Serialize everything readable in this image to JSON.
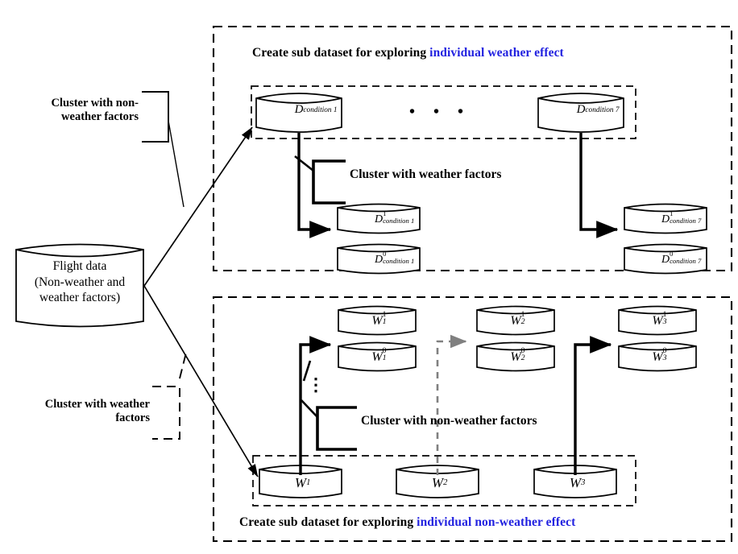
{
  "figure": {
    "title_top": {
      "prefix": "Create sub dataset for exploring ",
      "highlight": "individual weather effect",
      "highlight_color": "#2222e0"
    },
    "title_bottom": {
      "prefix": "Create sub dataset for exploring ",
      "highlight": "individual non-weather effect",
      "highlight_color": "#2222e0"
    }
  },
  "source": {
    "label_line1": "Flight data",
    "label_line2": "(Non-weather and",
    "label_line3": "weather factors)"
  },
  "left_labels": {
    "top": "Cluster with non-weather factors",
    "top_line1": "Cluster with non-",
    "top_line2": "weather factors",
    "bottom": "Cluster with weather factors",
    "bottom_line1": "Cluster with weather",
    "bottom_line2": "factors"
  },
  "callouts": {
    "top": "Cluster with weather factors",
    "bottom": "Cluster with non-weather factors"
  },
  "top_section": {
    "condition_datasets": [
      {
        "base": "D",
        "sub": "condition",
        "index": "1"
      },
      {
        "base": "D",
        "sub": "condition",
        "index": "7"
      }
    ],
    "ellipsis": "• • •",
    "split_datasets_left": [
      {
        "base": "D",
        "sup": "1",
        "sub": "condition",
        "index": "1"
      },
      {
        "base": "D",
        "sup": "0",
        "sub": "condition",
        "index": "1"
      }
    ],
    "split_datasets_right": [
      {
        "base": "D",
        "sup": "1",
        "sub": "condition",
        "index": "7"
      },
      {
        "base": "D",
        "sup": "0",
        "sub": "condition",
        "index": "7"
      }
    ]
  },
  "bottom_section": {
    "weather_clusters": [
      {
        "base": "W",
        "sub": "1"
      },
      {
        "base": "W",
        "sub": "2"
      },
      {
        "base": "W",
        "sub": "3"
      }
    ],
    "split_groups": [
      [
        {
          "base": "W",
          "sup": "1",
          "sub": "1"
        },
        {
          "base": "W",
          "sup": "0",
          "sub": "1"
        }
      ],
      [
        {
          "base": "W",
          "sup": "1",
          "sub": "2"
        },
        {
          "base": "W",
          "sup": "0",
          "sub": "2"
        }
      ],
      [
        {
          "base": "W",
          "sup": "1",
          "sub": "3"
        },
        {
          "base": "W",
          "sup": "0",
          "sub": "3"
        }
      ]
    ],
    "vertical_ellipsis": "⋮"
  },
  "colors": {
    "stroke": "#000000",
    "blue": "#2222e0",
    "gray": "#808080",
    "background": "#ffffff"
  }
}
